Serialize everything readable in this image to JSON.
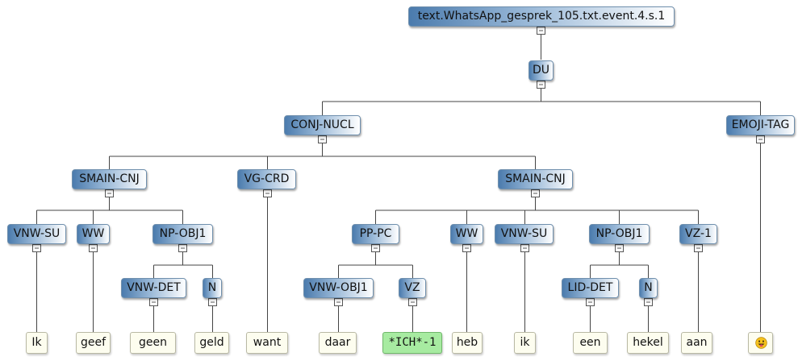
{
  "sentence_id": "text.WhatsApp_gesprek_105.txt.event.4.s.1",
  "nodes": {
    "du": "DU",
    "conj_nucl": "CONJ-NUCL",
    "emoji_tag": "EMOJI-TAG",
    "smain1": "SMAIN-CNJ",
    "vg_crd": "VG-CRD",
    "smain2": "SMAIN-CNJ",
    "vnw_su1": "VNW-SU",
    "ww1": "WW",
    "np_obj1a": "NP-OBJ1",
    "vnw_det": "VNW-DET",
    "n1": "N",
    "pp_pc": "PP-PC",
    "ww2": "WW",
    "vnw_su2": "VNW-SU",
    "np_obj1b": "NP-OBJ1",
    "vz1": "VZ-1",
    "vnw_obj1": "VNW-OBJ1",
    "vz": "VZ",
    "lid_det": "LID-DET",
    "n2": "N"
  },
  "leaves": {
    "ik1": "Ik",
    "geef": "geef",
    "geen": "geen",
    "geld": "geld",
    "want": "want",
    "daar": "daar",
    "trace": "*ICH*-1",
    "heb": "heb",
    "ik2": "ik",
    "een": "een",
    "hekel": "hekel",
    "aan": "aan",
    "emoji": "grinning-tongue-emoji"
  },
  "colors": {
    "node_dark": "#4b7bad",
    "leaf_bg": "#fdfdef",
    "trace_bg": "#a7eba1",
    "edge": "#444444"
  }
}
